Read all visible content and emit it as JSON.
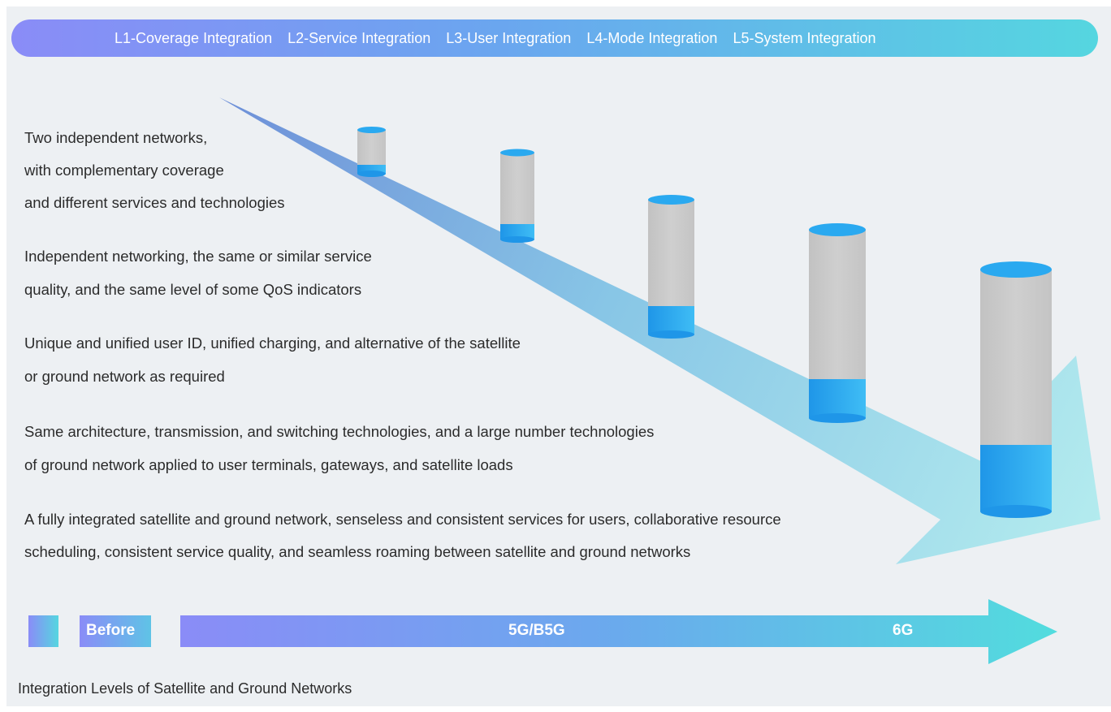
{
  "levels": [
    "L1-Coverage Integration",
    "L2-Service Integration",
    "L3-User Integration",
    "L4-Mode Integration",
    "L5-System Integration"
  ],
  "descriptions": [
    {
      "lines": [
        "Two independent networks,",
        "with complementary coverage",
        "and different services and technologies"
      ]
    },
    {
      "lines": [
        "Independent networking, the same or similar service",
        "quality, and the same level of some QoS indicators"
      ]
    },
    {
      "lines": [
        "Unique and unified user ID, unified charging, and alternative of the satellite",
        "or ground network as required"
      ]
    },
    {
      "lines": [
        "Same architecture, transmission, and switching technologies, and a large number technologies",
        "of ground network applied to user terminals, gateways, and satellite loads"
      ]
    },
    {
      "lines": [
        "A fully integrated satellite and ground network, senseless and consistent services for users, collaborative resource",
        "scheduling, consistent service quality, and seamless roaming between satellite and ground networks"
      ]
    }
  ],
  "timeline": {
    "before_label": "Before",
    "mid_label": "5G/B5G",
    "end_label": "6G"
  },
  "caption": "Integration Levels of Satellite and Ground Networks",
  "colors": {
    "gradient_start": "#8a8cf7",
    "gradient_end": "#55d6e0",
    "cylinder_grey": "#c8c8c8",
    "cylinder_blue": "#2ba7f0",
    "background": "#edf0f3",
    "text": "#2b2b2b"
  },
  "cylinders": [
    {
      "level": "L1",
      "integrated_fraction": 0.2
    },
    {
      "level": "L2",
      "integrated_fraction": 0.2
    },
    {
      "level": "L3",
      "integrated_fraction": 0.22
    },
    {
      "level": "L4",
      "integrated_fraction": 0.22
    },
    {
      "level": "L5",
      "integrated_fraction": 0.28
    }
  ]
}
